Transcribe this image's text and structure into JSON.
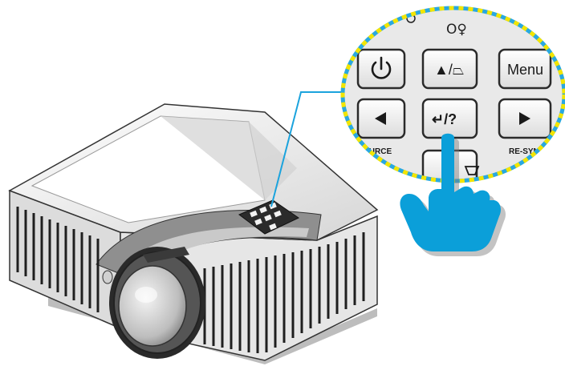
{
  "callout": {
    "buttons": {
      "power": {
        "icon": "power-icon"
      },
      "keystone_up": {
        "label": "▲/⏢"
      },
      "menu": {
        "label": "Menu"
      },
      "left": {
        "icon": "left-arrow-icon"
      },
      "enter_help": {
        "label": "↵/?"
      },
      "right": {
        "icon": "right-arrow-icon"
      }
    },
    "side_labels": {
      "source": "OURCE",
      "resync": "RE-SYN"
    },
    "indicators": "O♀"
  },
  "colors": {
    "callout_fill": "#e9e9e9",
    "callout_border_blue": "#29a8e0",
    "callout_border_yellow": "#f3e500",
    "leader_line": "#1ba3dd",
    "finger": "#0b9fd9",
    "projector_body": "#f2f2f2",
    "projector_dark": "#2a2a2a"
  }
}
